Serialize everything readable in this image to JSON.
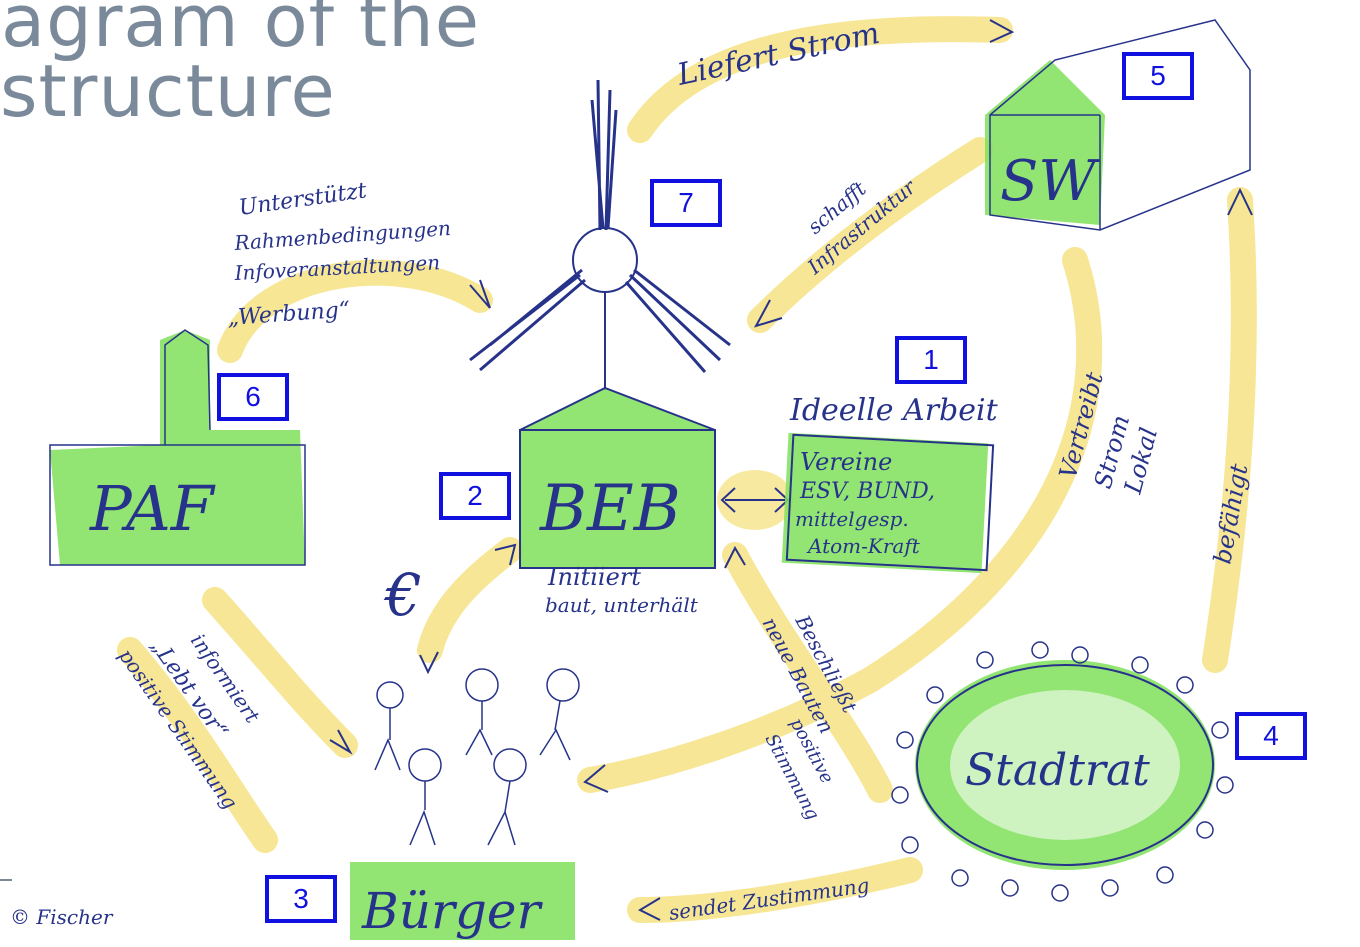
{
  "title": {
    "line1": "iagram of the",
    "line2": "structure"
  },
  "nodes": {
    "beb": "BEB",
    "paf": "PAF",
    "sw": "SW",
    "stadtrat": "Stadtrat",
    "buerger": "Bürger"
  },
  "ideelle": {
    "heading": "Ideelle Arbeit",
    "lines": [
      "Vereine",
      "ESV, BUND,",
      "mittelgesp.",
      "Atom-Kraft"
    ]
  },
  "labels": {
    "liefert_strom": "Liefert Strom",
    "schafft": [
      "schafft",
      "Infrastruktur"
    ],
    "unterstuetzt": [
      "Unterstützt",
      "Rahmenbedingungen",
      "Infoveranstaltungen",
      "„Werbung“"
    ],
    "initiiert": [
      "Initiiert",
      "baut, unterhält"
    ],
    "euro": "€",
    "informiert": [
      "informiert",
      "„Lebt vor“",
      "positive Stimmung"
    ],
    "beschliesst": [
      "Beschließt",
      "neue Bauten",
      "positive",
      "Stimmung"
    ],
    "vertreibt": [
      "Vertreibt",
      "Strom",
      "Lokal"
    ],
    "befaehigt": "befähigt",
    "sendet": "sendet Zustimmung"
  },
  "badges": [
    "1",
    "2",
    "3",
    "4",
    "5",
    "6",
    "7"
  ],
  "copyright": "© Fischer",
  "colors": {
    "green": "#7fe05a",
    "yellow": "#f6e48a",
    "ink": "#27338a",
    "badge": "#1010e0",
    "title": "#7a8a9a"
  }
}
